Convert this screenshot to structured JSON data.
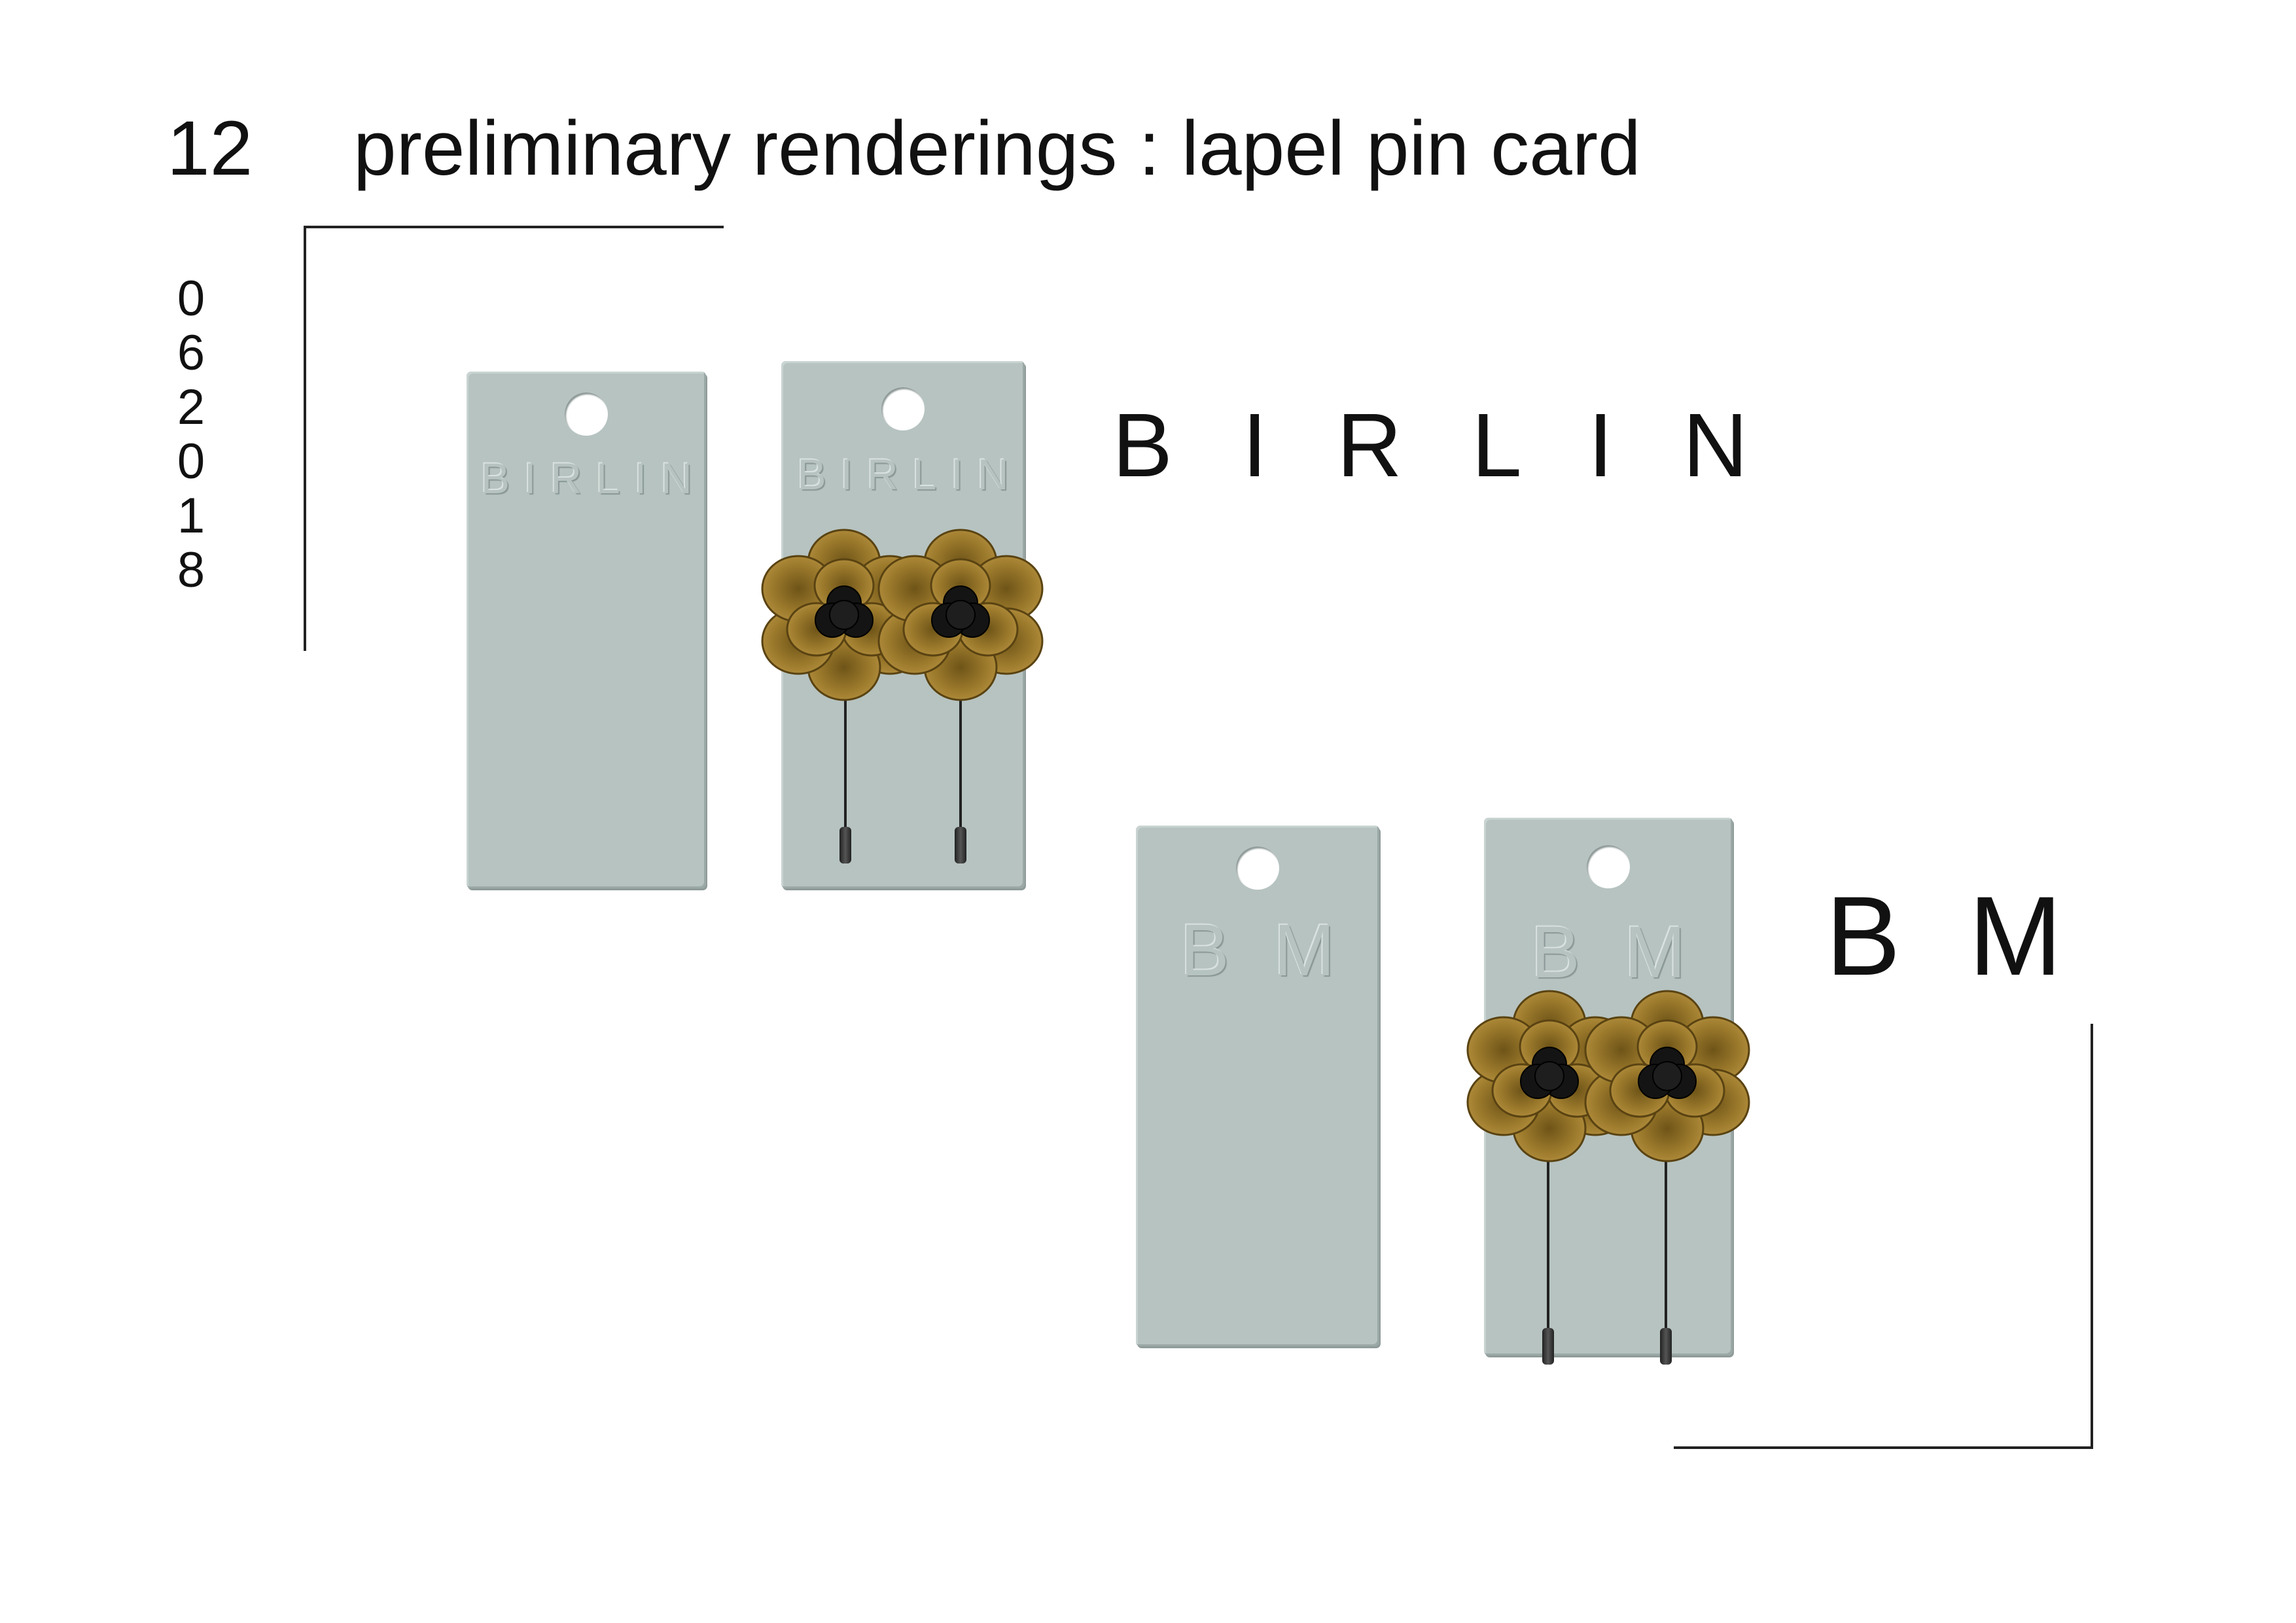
{
  "header": {
    "page_number": "12",
    "title": "preliminary renderings : lapel pin card",
    "date_digits": [
      "0",
      "6",
      "2",
      "0",
      "1",
      "8"
    ]
  },
  "brands": {
    "birlin_label": "B I R L I N",
    "bm_label": "B M"
  },
  "cards": {
    "birlin_emboss": "BIRLIN",
    "bm_emboss": "BM"
  },
  "colors": {
    "card": "#b6c3c1",
    "wood": "#9c7a2c",
    "flower_center": "#111111"
  }
}
